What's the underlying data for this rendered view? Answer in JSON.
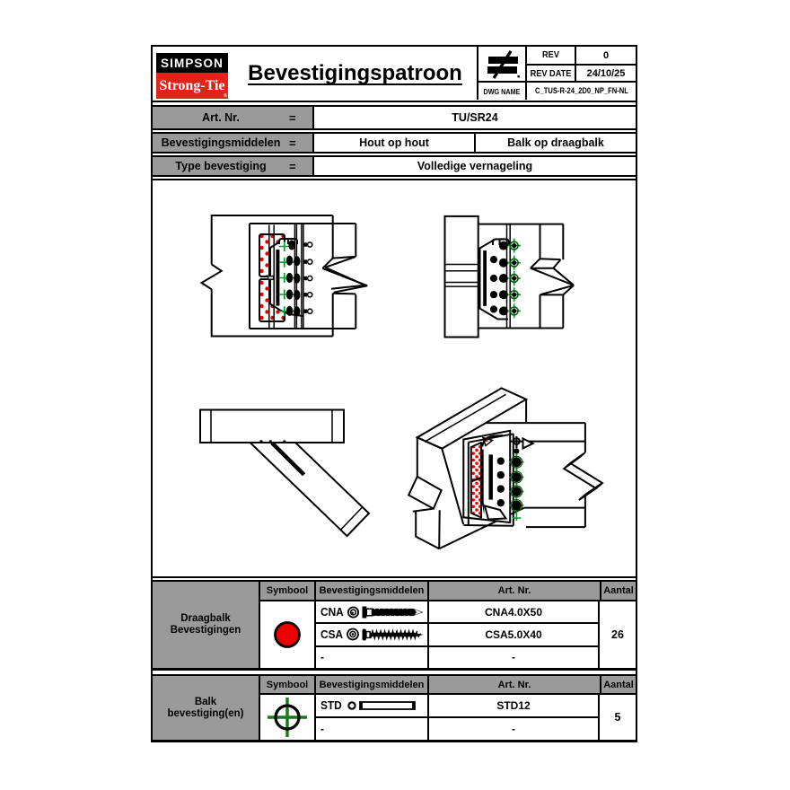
{
  "theme": {
    "brand_red": "#e2231a",
    "symbol_red": "#ee0000",
    "dot_red": "#e60000",
    "marker_green": "#00a028",
    "crosshair_green": "#187818",
    "cell_grey": "#9a9a9a",
    "line_black": "#000000"
  },
  "header": {
    "logo": {
      "line1": "SIMPSON",
      "line2": "Strong-Tie",
      "registered_mark": "®"
    },
    "title": "Bevestigingspatroon",
    "rev_table": {
      "rev_label": "REV",
      "rev_value": "0",
      "rev_date_label": "REV DATE",
      "rev_date_value": "24/10/25",
      "dwg_name_label": "DWG NAME",
      "dwg_name_value": "C_TUS-R-24_2D0_NP_FN-NL"
    }
  },
  "spec_table": {
    "rows": [
      {
        "label": "Art. Nr.",
        "equals": "=",
        "values": [
          "TU/SR24"
        ]
      },
      {
        "label": "Bevestigingsmiddelen",
        "equals": "=",
        "values": [
          "Hout op hout",
          "Balk op draagbalk"
        ]
      },
      {
        "label": "Type bevestiging",
        "equals": "=",
        "values": [
          "Volledige vernageling"
        ]
      }
    ]
  },
  "fastener_tables": [
    {
      "group_label_line1": "Draagbalk",
      "group_label_line2": "Bevestigingen",
      "headers": [
        "Symbool",
        "Bevestigingsmiddelen",
        "Art. Nr.",
        "Aantal"
      ],
      "symbol": "red-filled-circle",
      "rows": [
        {
          "code": "CNA",
          "art_nr": "CNA4.0X50"
        },
        {
          "code": "CSA",
          "art_nr": "CSA5.0X40"
        },
        {
          "code": "-",
          "art_nr": "-"
        }
      ],
      "aantal": "26"
    },
    {
      "group_label_line1": "Balk",
      "group_label_line2": "bevestiging(en)",
      "headers": [
        "Symbool",
        "Bevestigingsmiddelen",
        "Art. Nr.",
        "Aantal"
      ],
      "symbol": "green-crosshair-circle",
      "rows": [
        {
          "code": "STD",
          "art_nr": "STD12"
        },
        {
          "code": "-",
          "art_nr": "-"
        }
      ],
      "aantal": "5"
    }
  ]
}
